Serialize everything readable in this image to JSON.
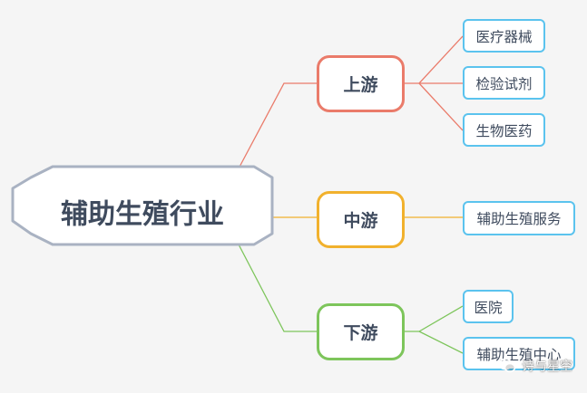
{
  "root": {
    "label": "辅助生殖行业"
  },
  "branches": [
    {
      "label": "上游",
      "color": "#ea7b6a",
      "children": [
        "医疗器械",
        "检验试剂",
        "生物医药"
      ]
    },
    {
      "label": "中游",
      "color": "#f1b12d",
      "children": [
        "辅助生殖服务"
      ]
    },
    {
      "label": "下游",
      "color": "#7dc55b",
      "children": [
        "医院",
        "辅助生殖中心"
      ]
    }
  ],
  "leaf_border_color": "#5bc3ee",
  "root_border_color": "#a9b2c2",
  "watermark": {
    "text": "诗与星空",
    "icon": "wechat-icon"
  }
}
